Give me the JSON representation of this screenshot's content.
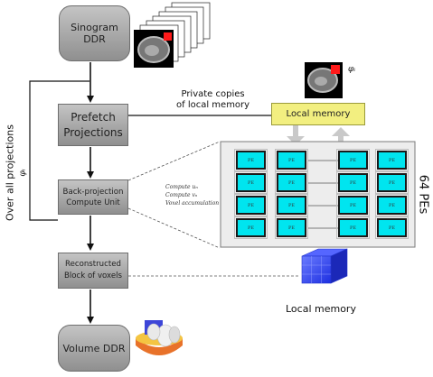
{
  "boxes": {
    "sinogram": "Sinogram DDR",
    "prefetch": "Prefetch\nProjections",
    "backprojection": "Back-projection\nCompute Unit",
    "reconstructed": "Reconstructed\nBlock of voxels",
    "volume": "Volume DDR"
  },
  "local_memory_box": "Local memory",
  "private_copies": "Private copies\nof local memory",
  "loop_label": "Over all projections",
  "phi_symbol": "φᵢ",
  "compute_lines": [
    "Compute uₙ",
    "Compute vₙ",
    "Voxel accumulation"
  ],
  "pe_label": "PE",
  "pe_count_label": "64 PEs",
  "local_memory_caption": "Local memory"
}
